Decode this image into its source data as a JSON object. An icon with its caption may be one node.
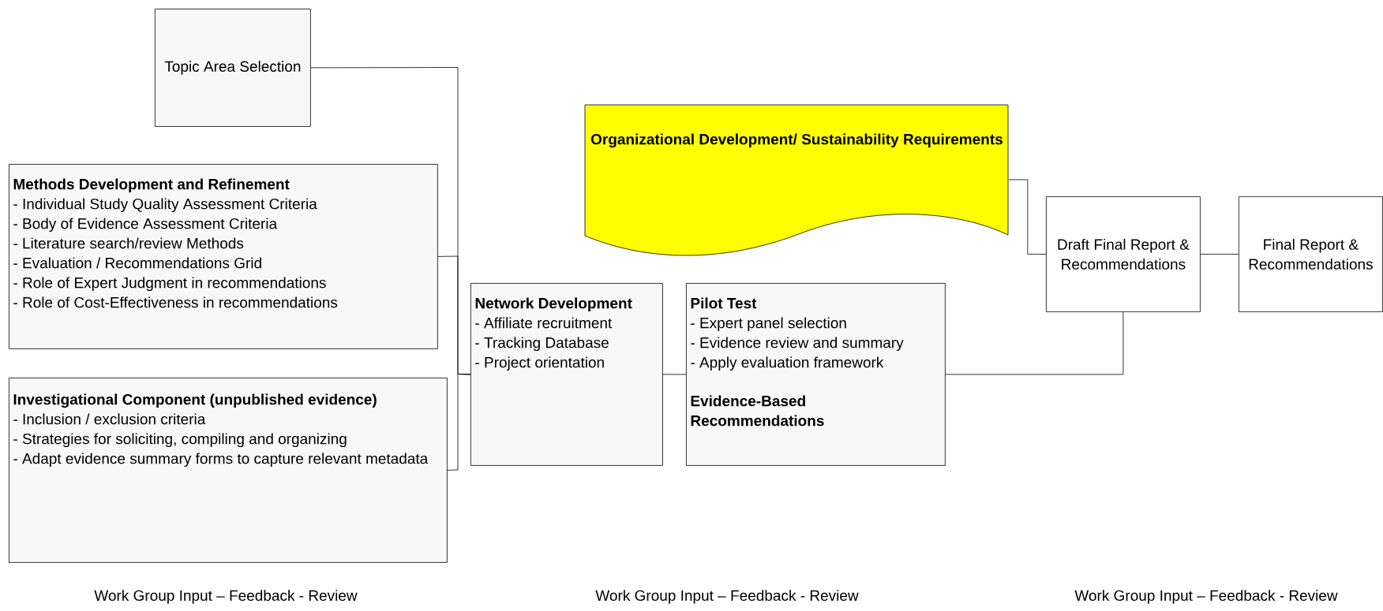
{
  "diagram": {
    "nodes": [
      {
        "text": [
          "Topic Area Selection"
        ]
      },
      {
        "text": [
          "Methods Development and Refinement",
          "- Individual Study Quality Assessment Criteria",
          "- Body of Evidence Assessment Criteria",
          "- Literature search/review Methods",
          "- Evaluation / Recommendations Grid",
          "- Role of Expert Judgment in recommendations",
          "- Role of Cost-Effectiveness in recommendations"
        ]
      },
      {
        "text": [
          "Investigational Component (unpublished evidence)",
          "- Inclusion / exclusion criteria",
          "- Strategies for soliciting, compiling and organizing",
          "- Adapt evidence summary forms to capture relevant metadata"
        ]
      },
      {
        "text": [
          "Network Development",
          "- Affiliate recruitment",
          "- Tracking Database",
          "- Project orientation"
        ]
      },
      {
        "text": [
          "Pilot Test",
          "- Expert panel selection",
          "- Evidence review and summary",
          "- Apply evaluation framework",
          "Evidence-Based Recommendations"
        ]
      },
      {
        "text": [
          "Organizational Development/ Sustainability Requirements"
        ]
      },
      {
        "text": [
          "Draft Final Report & Recommendations"
        ]
      },
      {
        "text": [
          "Final Report & Recommendations"
        ]
      }
    ],
    "edges": [
      {
        "from": 0,
        "to": 3,
        "arrow": "none"
      },
      {
        "from": 1,
        "to": 3,
        "arrow": "none"
      },
      {
        "from": 2,
        "to": 3,
        "arrow": "none"
      },
      {
        "from": 3,
        "to": 4,
        "arrow": "none"
      },
      {
        "from": 4,
        "to": 6,
        "arrow": "none"
      },
      {
        "from": 5,
        "to": 6,
        "arrow": "none"
      },
      {
        "from": 6,
        "to": 7,
        "arrow": "none"
      }
    ],
    "labels": [
      "Work Group Input – Feedback - Review",
      "Work Group Input – Feedback - Review",
      "Work Group Input – Feedback - Review"
    ]
  }
}
